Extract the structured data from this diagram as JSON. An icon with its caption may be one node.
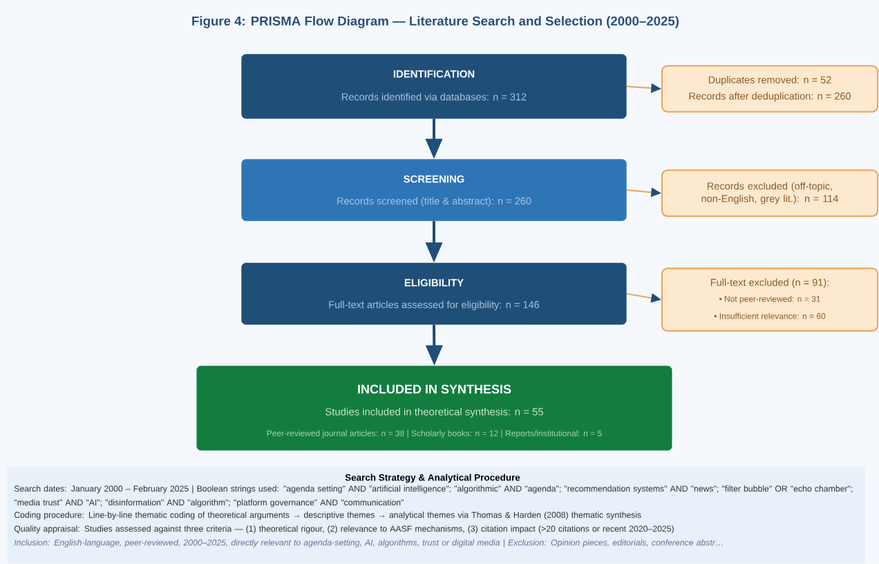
{
  "diagram": {
    "title": "Figure 4: PRISMA Flow Diagram — Literature Search and Selection (2000–2025)",
    "nodes": [
      {
        "text": [
          "IDENTIFICATION",
          "Records identified via databases: n = 312"
        ]
      },
      {
        "text": [
          "SCREENING",
          "Records screened (title & abstract): n = 260"
        ]
      },
      {
        "text": [
          "ELIGIBILITY",
          "Full-text articles assessed for eligibility: n = 146"
        ]
      },
      {
        "text": [
          "INCLUDED IN SYNTHESIS",
          "Studies included in theoretical synthesis: n = 55",
          "Peer-reviewed journal articles: n = 38 | Scholarly books: n = 12 | Reports/institutional: n = 5"
        ]
      },
      {
        "text": [
          "Duplicates removed: n = 52",
          "Records after deduplication: n = 260"
        ]
      },
      {
        "text": [
          "Records excluded (off-topic, non-English, grey lit.): n = 114"
        ]
      },
      {
        "text": [
          "Full-text excluded (n = 91):",
          "• Not peer-reviewed: n = 31",
          "• Insufficient relevance: n = 60"
        ]
      },
      {
        "text": [
          "Search Strategy & Analytical Procedure",
          "Search dates: January 2000 – February 2025 | Boolean strings used: \"agenda setting\" AND \"artificial intelligence\"; \"algorithmic\" AND \"agenda\"; \"recommendation systems\" AND \"news\"; \"filter bubble\" OR \"echo chamber\"; \"media trust\" AND \"AI\"; \"disinformation\" AND \"algorithm\"; \"platform governance\" AND \"communication\"",
          "Coding procedure: Line-by-line thematic coding of theoretical arguments → descriptive themes → analytical themes via Thomas & Harden (2008) thematic synthesis",
          "Quality appraisal: Studies assessed against three criteria — (1) theoretical rigour, (2) relevance to AASF mechanisms, (3) citation impact (>20 citations or recent 2020–2025)",
          "Inclusion: English-language, peer-reviewed, 2000–2025, directly relevant to agenda-setting, AI, algorithms, trust or digital media | Exclusion: Opinion pieces, editorials, conference abstr…"
        ]
      }
    ],
    "edges": [
      {
        "from": 0,
        "to": 1,
        "arrow": "to",
        "style": "thick"
      },
      {
        "from": 1,
        "to": 2,
        "arrow": "to",
        "style": "thick"
      },
      {
        "from": 2,
        "to": 3,
        "arrow": "to",
        "style": "thick"
      },
      {
        "from": 0,
        "to": 4,
        "arrow": "to",
        "color": "#f0a050"
      },
      {
        "from": 1,
        "to": 5,
        "arrow": "to",
        "color": "#f0a050"
      },
      {
        "from": 2,
        "to": 6,
        "arrow": "to",
        "color": "#f0a050"
      }
    ]
  }
}
